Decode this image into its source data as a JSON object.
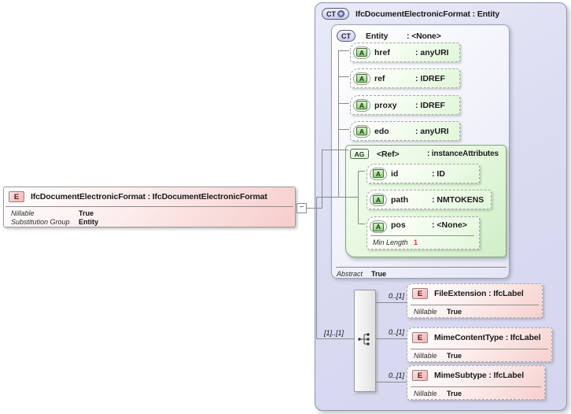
{
  "colors": {
    "element_pink": "#f5cdcb",
    "attribute_green": "#e0f7d9",
    "panel_lavender": "#dadcf1",
    "facet_red": "#e03030",
    "line_gray": "#8a8a8a"
  },
  "left_element": {
    "badge": "E",
    "title": "IfcDocumentElectronicFormat : IfcDocumentElectronicFormat",
    "rows": [
      {
        "label": "Nillable",
        "value": "True"
      },
      {
        "label": "Substitution Group",
        "value": "Entity"
      }
    ]
  },
  "link": {
    "toggle": "−"
  },
  "panel": {
    "badge": "CT",
    "badge_plus": "+",
    "title": "IfcDocumentElectronicFormat : Entity",
    "base_type": {
      "badge": "CT",
      "name": "Entity",
      "type": ": <None>",
      "attributes": [
        {
          "badge": "A",
          "name": "href",
          "type": ": anyURI"
        },
        {
          "badge": "A",
          "name": "ref",
          "type": ": IDREF"
        },
        {
          "badge": "A",
          "name": "proxy",
          "type": ": IDREF"
        },
        {
          "badge": "A",
          "name": "edo",
          "type": ": anyURI"
        }
      ],
      "attribute_group": {
        "badge": "AG",
        "name": "<Ref>",
        "type": ": instanceAttributes",
        "attributes": [
          {
            "badge": "A",
            "name": "id",
            "type": ": ID"
          },
          {
            "badge": "A",
            "name": "path",
            "type": ": NMTOKENS"
          },
          {
            "badge": "A",
            "name": "pos",
            "type": ": <None>",
            "facet": {
              "label": "Min Length",
              "value": "1"
            }
          }
        ]
      },
      "footer": {
        "label": "Abstract",
        "value": "True"
      }
    },
    "sequence": {
      "cardinality": "[1]..[1]"
    },
    "elements": [
      {
        "badge": "E",
        "cardinality": "0..[1]",
        "title": "FileExtension : IfcLabel",
        "rows": [
          {
            "label": "Nillable",
            "value": "True"
          }
        ]
      },
      {
        "badge": "E",
        "cardinality": "0..[1]",
        "title": "MimeContentType : IfcLabel",
        "rows": [
          {
            "label": "Nillable",
            "value": "True"
          }
        ]
      },
      {
        "badge": "E",
        "cardinality": "0..[1]",
        "title": "MimeSubtype : IfcLabel",
        "rows": [
          {
            "label": "Nillable",
            "value": "True"
          }
        ]
      }
    ]
  }
}
